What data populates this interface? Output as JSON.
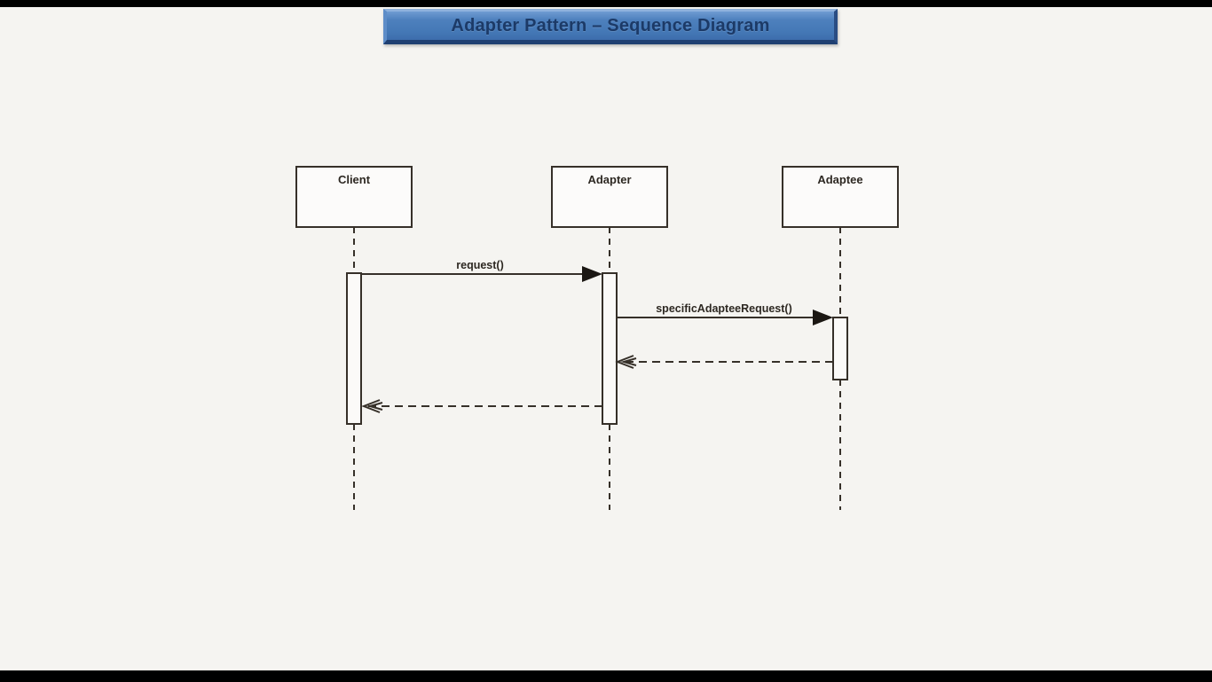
{
  "page": {
    "background": "#f5f4f1",
    "letterbox_color": "#000000"
  },
  "banner": {
    "title": "Adapter Pattern – Sequence Diagram",
    "accent_blue": "#4a7ebc",
    "accent_blue_dark": "#1f3f71",
    "text_color": "#1c3a67"
  },
  "diagram": {
    "line_color": "#363029",
    "lifelines": [
      {
        "name": "Client"
      },
      {
        "name": "Adapter"
      },
      {
        "name": "Adaptee"
      }
    ],
    "messages": [
      {
        "label": "request()",
        "from": "Client",
        "to": "Adapter",
        "type": "synchronous-call"
      },
      {
        "label": "specificAdapteeRequest()",
        "from": "Adapter",
        "to": "Adaptee",
        "type": "synchronous-call"
      },
      {
        "label": "",
        "from": "Adaptee",
        "to": "Adapter",
        "type": "return"
      },
      {
        "label": "",
        "from": "Adapter",
        "to": "Client",
        "type": "return"
      }
    ]
  }
}
